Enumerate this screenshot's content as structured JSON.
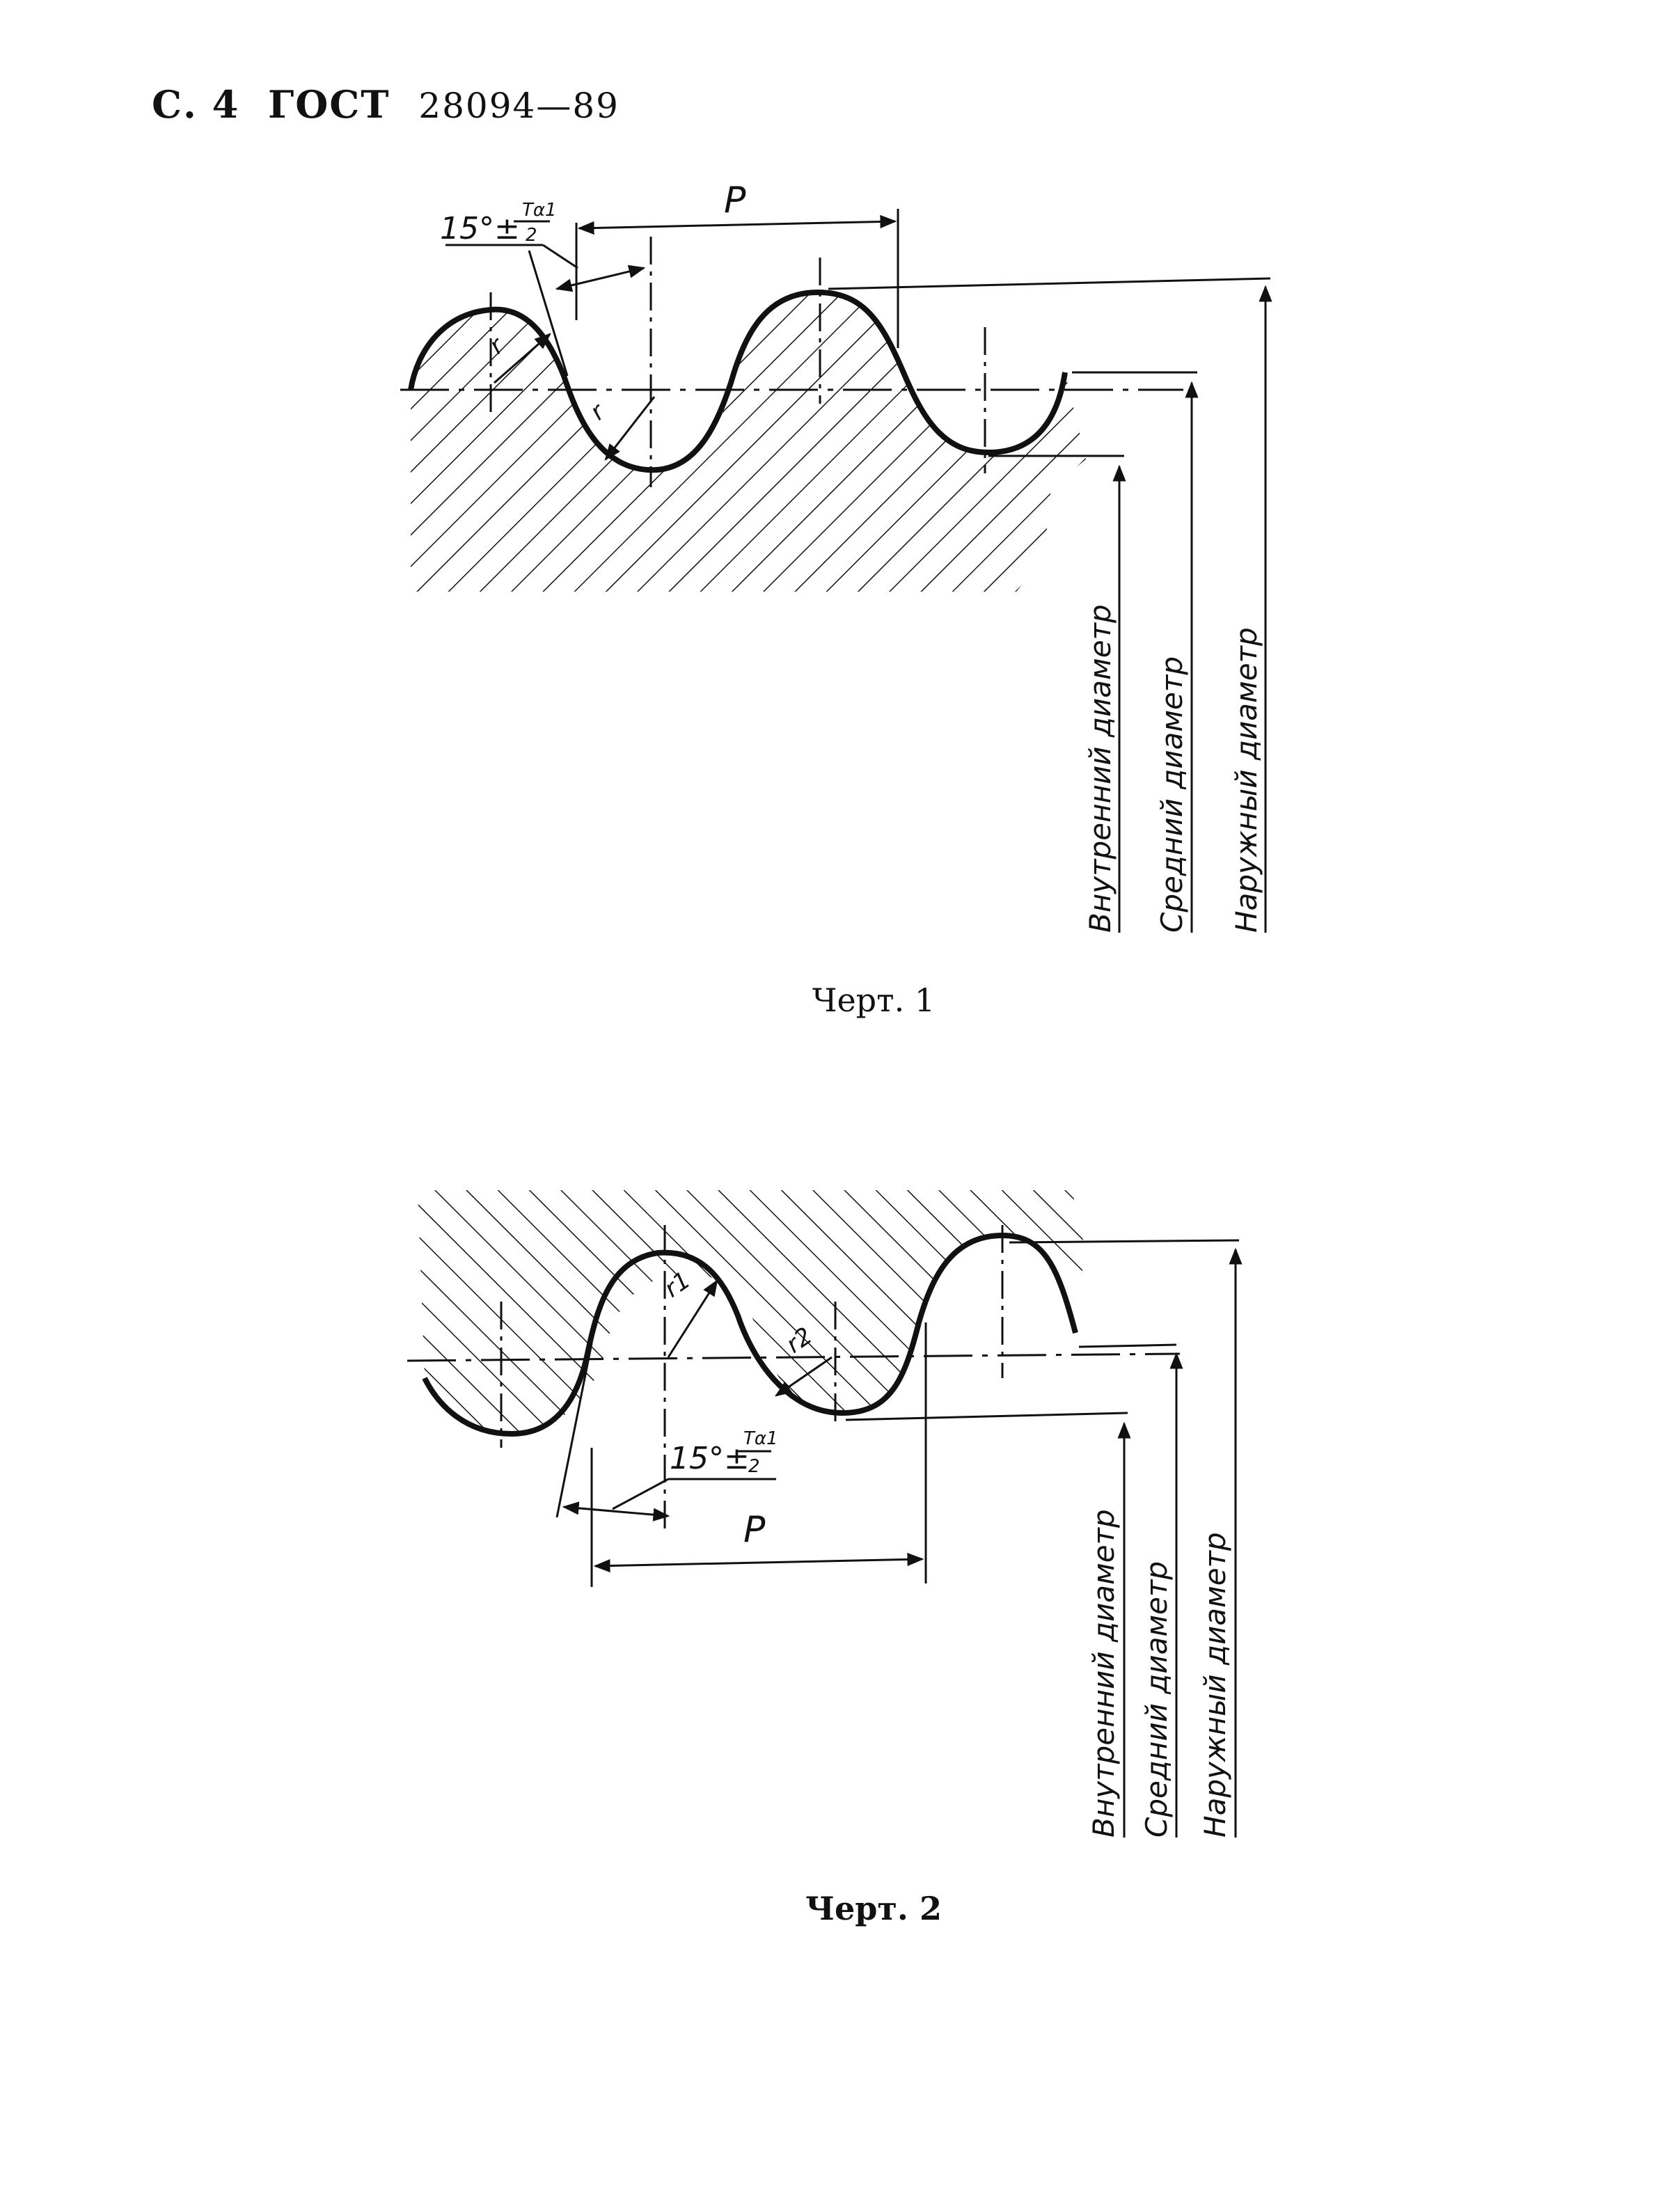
{
  "header": {
    "page": "С. 4",
    "standard": "ГОСТ",
    "number": "28094—89"
  },
  "figure1": {
    "caption": "Черт. 1",
    "angle_label": "15°±",
    "angle_fraction_numerator": "Tα1",
    "angle_fraction_denominator": "2",
    "pitch_label": "P",
    "radius_label": "r",
    "diameters": {
      "inner": "Внутренний диаметр",
      "middle": "Средний диаметр",
      "outer": "Наружный диаметр"
    }
  },
  "figure2": {
    "caption": "Черт. 2",
    "angle_label": "15°±",
    "angle_fraction_numerator": "Tα1",
    "angle_fraction_denominator": "2",
    "pitch_label": "P",
    "radius1_label": "r1",
    "radius2_label": "r2",
    "diameters": {
      "inner": "Внутренний диаметр",
      "middle": "Средний диаметр",
      "outer": "Наружный диаметр"
    }
  }
}
